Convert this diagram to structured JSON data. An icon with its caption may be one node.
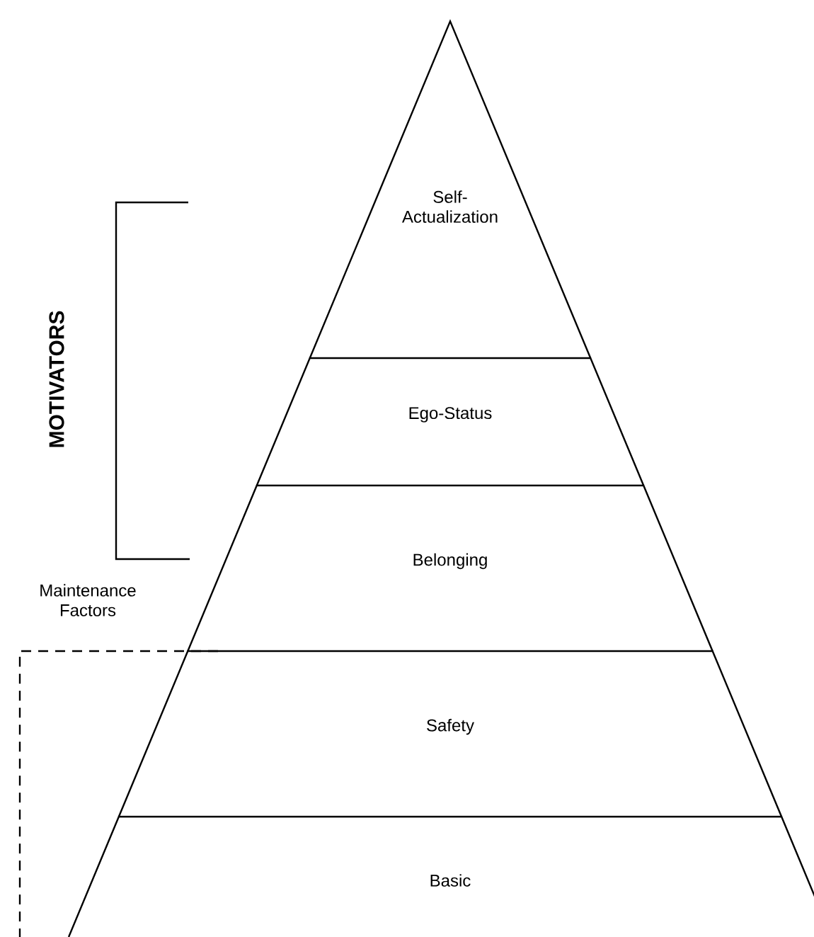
{
  "diagram": {
    "nodes": [
      {
        "text": [
          "Self-Actualization"
        ]
      },
      {
        "text": [
          "Ego-Status"
        ]
      },
      {
        "text": [
          "Belonging"
        ]
      },
      {
        "text": [
          "Safety"
        ]
      },
      {
        "text": [
          "Basic"
        ]
      }
    ],
    "labels": [
      "MOTIVATORS",
      "Maintenance Factors"
    ]
  }
}
